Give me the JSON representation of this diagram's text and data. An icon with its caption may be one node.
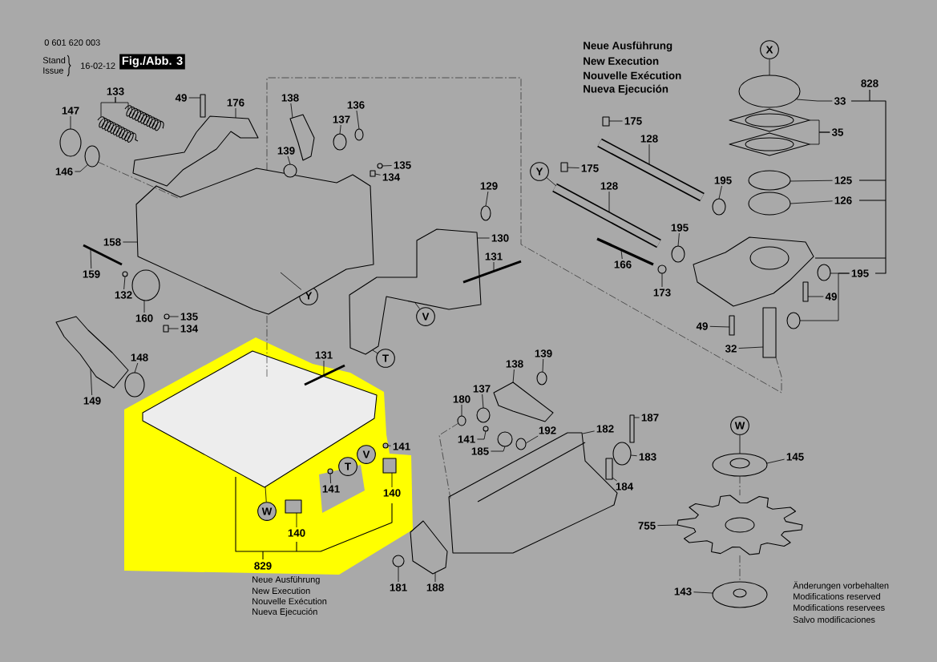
{
  "diagram": {
    "nodes": [
      {
        "text": [
          "147"
        ]
      },
      {
        "text": [
          "133"
        ]
      },
      {
        "text": [
          "49"
        ]
      },
      {
        "text": [
          "176"
        ]
      },
      {
        "text": [
          "146"
        ]
      },
      {
        "text": [
          "138"
        ]
      },
      {
        "text": [
          "136"
        ]
      },
      {
        "text": [
          "137"
        ]
      },
      {
        "text": [
          "139"
        ]
      },
      {
        "text": [
          "135"
        ]
      },
      {
        "text": [
          "134"
        ]
      },
      {
        "text": [
          "129"
        ]
      },
      {
        "text": [
          "158"
        ]
      },
      {
        "text": [
          "130"
        ]
      },
      {
        "text": [
          "131"
        ]
      },
      {
        "text": [
          "159"
        ]
      },
      {
        "text": [
          "132"
        ]
      },
      {
        "text": [
          "Y"
        ]
      },
      {
        "text": [
          "160"
        ]
      },
      {
        "text": [
          "135"
        ]
      },
      {
        "text": [
          "134"
        ]
      },
      {
        "text": [
          "V"
        ]
      },
      {
        "text": [
          "T"
        ]
      },
      {
        "text": [
          "X"
        ]
      },
      {
        "text": [
          "828"
        ]
      },
      {
        "text": [
          "33"
        ]
      },
      {
        "text": [
          "35"
        ]
      },
      {
        "text": [
          "175"
        ]
      },
      {
        "text": [
          "128"
        ]
      },
      {
        "text": [
          "Y"
        ]
      },
      {
        "text": [
          "175"
        ]
      },
      {
        "text": [
          "128"
        ]
      },
      {
        "text": [
          "195"
        ]
      },
      {
        "text": [
          "125"
        ]
      },
      {
        "text": [
          "126"
        ]
      },
      {
        "text": [
          "195"
        ]
      },
      {
        "text": [
          "166"
        ]
      },
      {
        "text": [
          "195"
        ]
      },
      {
        "text": [
          "173"
        ]
      },
      {
        "text": [
          "49"
        ]
      },
      {
        "text": [
          "49"
        ]
      },
      {
        "text": [
          "32"
        ]
      },
      {
        "text": [
          "148"
        ]
      },
      {
        "text": [
          "131"
        ]
      },
      {
        "text": [
          "149"
        ]
      },
      {
        "text": [
          "139"
        ]
      },
      {
        "text": [
          "138"
        ]
      },
      {
        "text": [
          "137"
        ]
      },
      {
        "text": [
          "180"
        ]
      },
      {
        "text": [
          "187"
        ]
      },
      {
        "text": [
          "W"
        ]
      },
      {
        "text": [
          "182"
        ]
      },
      {
        "text": [
          "192"
        ]
      },
      {
        "text": [
          "141"
        ]
      },
      {
        "text": [
          "141"
        ]
      },
      {
        "text": [
          "V"
        ]
      },
      {
        "text": [
          "185"
        ]
      },
      {
        "text": [
          "183"
        ]
      },
      {
        "text": [
          "145"
        ]
      },
      {
        "text": [
          "T"
        ]
      },
      {
        "text": [
          "184"
        ]
      },
      {
        "text": [
          "141"
        ]
      },
      {
        "text": [
          "140"
        ]
      },
      {
        "text": [
          "W"
        ]
      },
      {
        "text": [
          "755"
        ]
      },
      {
        "text": [
          "140"
        ]
      },
      {
        "text": [
          "829"
        ]
      },
      {
        "text": [
          "181"
        ]
      },
      {
        "text": [
          "188"
        ]
      },
      {
        "text": [
          "143"
        ]
      },
      {
        "text": [],
        "shape": "circle"
      },
      {
        "text": [],
        "shape": "picture"
      },
      {
        "text": [],
        "shape": "picture"
      },
      {
        "text": [],
        "shape": "circle"
      },
      {
        "text": [],
        "shape": "box"
      },
      {
        "text": [],
        "shape": "picture"
      },
      {
        "text": [],
        "shape": "picture"
      },
      {
        "text": [],
        "shape": "picture"
      },
      {
        "text": [],
        "shape": "picture"
      },
      {
        "text": [],
        "shape": "circle"
      },
      {
        "text": [],
        "shape": "circle"
      },
      {
        "text": [],
        "shape": "circle"
      },
      {
        "text": [],
        "shape": "circle"
      },
      {
        "text": [],
        "shape": "box"
      },
      {
        "text": [],
        "shape": "circle"
      },
      {
        "text": [],
        "shape": "picture"
      },
      {
        "text": [],
        "shape": "picture"
      },
      {
        "text": [],
        "shape": "circle"
      },
      {
        "text": [],
        "shape": "circle"
      },
      {
        "text": [],
        "shape": "circle"
      },
      {
        "text": [],
        "shape": "box"
      },
      {
        "text": [],
        "shape": "picture"
      },
      {
        "text": [],
        "shape": "circle"
      },
      {
        "text": [],
        "shape": "picture"
      },
      {
        "text": [],
        "shape": "picture"
      },
      {
        "text": [],
        "shape": "circle"
      },
      {
        "text": [],
        "shape": "circle"
      },
      {
        "text": [],
        "shape": "box"
      },
      {
        "text": [],
        "shape": "box"
      },
      {
        "text": [],
        "shape": "picture"
      },
      {
        "text": [],
        "shape": "picture"
      },
      {
        "text": [],
        "shape": "picture"
      },
      {
        "text": [],
        "shape": "box"
      },
      {
        "text": [],
        "shape": "box"
      },
      {
        "text": [],
        "shape": "circle"
      },
      {
        "text": [],
        "shape": "circle"
      },
      {
        "text": [],
        "shape": "circle"
      },
      {
        "text": [],
        "shape": "circle"
      },
      {
        "text": [],
        "shape": "circle"
      },
      {
        "text": [],
        "shape": "picture"
      },
      {
        "text": [],
        "shape": "picture"
      },
      {
        "text": [],
        "shape": "circle"
      },
      {
        "text": [],
        "shape": "circle"
      },
      {
        "text": [],
        "shape": "picture"
      },
      {
        "text": [],
        "shape": "box"
      },
      {
        "text": [],
        "shape": "box"
      },
      {
        "text": [],
        "shape": "box"
      },
      {
        "text": [],
        "shape": "circle"
      },
      {
        "text": [],
        "shape": "picture"
      },
      {
        "text": [],
        "shape": "picture"
      },
      {
        "text": [],
        "shape": "circle"
      },
      {
        "text": [],
        "shape": "circle"
      },
      {
        "text": [],
        "shape": "circle"
      },
      {
        "text": [],
        "shape": "circle"
      },
      {
        "text": [],
        "shape": "circle"
      },
      {
        "text": [],
        "shape": "box"
      },
      {
        "text": [],
        "shape": "box"
      },
      {
        "text": [],
        "shape": "circle"
      },
      {
        "text": [],
        "shape": "picture"
      },
      {
        "text": [],
        "shape": "circle"
      },
      {
        "text": [],
        "shape": "picture"
      },
      {
        "text": [],
        "shape": "picture"
      },
      {
        "text": [],
        "shape": "picture"
      },
      {
        "text": [],
        "shape": "circle"
      }
    ],
    "edges": [
      {
        "from": 0,
        "to": 70,
        "arrow": "none"
      },
      {
        "from": 1,
        "to": 71,
        "arrow": "none"
      },
      {
        "from": 1,
        "to": 72,
        "arrow": "none"
      },
      {
        "from": 2,
        "to": 74,
        "arrow": "none"
      },
      {
        "from": 3,
        "to": 75,
        "arrow": "none"
      },
      {
        "from": 4,
        "to": 73,
        "arrow": "none"
      },
      {
        "from": 5,
        "to": 78,
        "arrow": "none"
      },
      {
        "from": 6,
        "to": 80,
        "arrow": "none"
      },
      {
        "from": 7,
        "to": 79,
        "arrow": "none"
      },
      {
        "from": 8,
        "to": 81,
        "arrow": "none"
      },
      {
        "from": 9,
        "to": 82,
        "arrow": "none"
      },
      {
        "from": 10,
        "to": 83,
        "arrow": "none"
      },
      {
        "from": 11,
        "to": 84,
        "arrow": "none"
      },
      {
        "from": 12,
        "to": 76,
        "arrow": "none"
      },
      {
        "from": 13,
        "to": 77,
        "arrow": "none"
      },
      {
        "from": 14,
        "to": 85,
        "arrow": "none"
      },
      {
        "from": 15,
        "to": 86,
        "arrow": "none"
      },
      {
        "from": 16,
        "to": 87,
        "arrow": "none"
      },
      {
        "from": 17,
        "to": 76,
        "arrow": "none"
      },
      {
        "from": 18,
        "to": 88,
        "arrow": "none"
      },
      {
        "from": 19,
        "to": 89,
        "arrow": "none"
      },
      {
        "from": 20,
        "to": 90,
        "arrow": "none"
      },
      {
        "from": 21,
        "to": 77,
        "arrow": "none"
      },
      {
        "from": 22,
        "to": 77,
        "arrow": "none"
      },
      {
        "from": 23,
        "to": 108,
        "arrow": "none"
      },
      {
        "from": 25,
        "to": 108,
        "arrow": "none"
      },
      {
        "from": 26,
        "to": 109,
        "arrow": "none"
      },
      {
        "from": 26,
        "to": 110,
        "arrow": "none"
      },
      {
        "from": 27,
        "to": 102,
        "arrow": "none"
      },
      {
        "from": 28,
        "to": 99,
        "arrow": "none"
      },
      {
        "from": 29,
        "to": 100,
        "arrow": "none"
      },
      {
        "from": 30,
        "to": 103,
        "arrow": "none"
      },
      {
        "from": 31,
        "to": 100,
        "arrow": "none"
      },
      {
        "from": 32,
        "to": 104,
        "arrow": "none"
      },
      {
        "from": 33,
        "to": 111,
        "arrow": "none"
      },
      {
        "from": 34,
        "to": 112,
        "arrow": "none"
      },
      {
        "from": 35,
        "to": 105,
        "arrow": "none"
      },
      {
        "from": 36,
        "to": 101,
        "arrow": "none"
      },
      {
        "from": 37,
        "to": 106,
        "arrow": "none"
      },
      {
        "from": 37,
        "to": 107,
        "arrow": "none"
      },
      {
        "from": 38,
        "to": 117,
        "arrow": "none"
      },
      {
        "from": 39,
        "to": 115,
        "arrow": "none"
      },
      {
        "from": 40,
        "to": 116,
        "arrow": "none"
      },
      {
        "from": 41,
        "to": 114,
        "arrow": "none"
      },
      {
        "from": 42,
        "to": 92,
        "arrow": "none"
      },
      {
        "from": 43,
        "to": 94,
        "arrow": "none"
      },
      {
        "from": 44,
        "to": 91,
        "arrow": "none"
      },
      {
        "from": 45,
        "to": 124,
        "arrow": "none"
      },
      {
        "from": 46,
        "to": 119,
        "arrow": "none"
      },
      {
        "from": 47,
        "to": 120,
        "arrow": "none"
      },
      {
        "from": 48,
        "to": 121,
        "arrow": "none"
      },
      {
        "from": 49,
        "to": 125,
        "arrow": "none"
      },
      {
        "from": 50,
        "to": 130,
        "arrow": "none"
      },
      {
        "from": 51,
        "to": 118,
        "arrow": "none"
      },
      {
        "from": 52,
        "to": 123,
        "arrow": "none"
      },
      {
        "from": 53,
        "to": 96,
        "arrow": "none"
      },
      {
        "from": 54,
        "to": 133,
        "arrow": "none"
      },
      {
        "from": 56,
        "to": 122,
        "arrow": "none"
      },
      {
        "from": 57,
        "to": 127,
        "arrow": "none"
      },
      {
        "from": 58,
        "to": 130,
        "arrow": "none"
      },
      {
        "from": 60,
        "to": 126,
        "arrow": "none"
      },
      {
        "from": 61,
        "to": 95,
        "arrow": "none"
      },
      {
        "from": 62,
        "to": 97,
        "arrow": "none"
      },
      {
        "from": 63,
        "to": 93,
        "arrow": "none"
      },
      {
        "from": 64,
        "to": 131,
        "arrow": "none"
      },
      {
        "from": 65,
        "to": 98,
        "arrow": "none"
      },
      {
        "from": 67,
        "to": 129,
        "arrow": "none"
      },
      {
        "from": 68,
        "to": 128,
        "arrow": "none"
      },
      {
        "from": 69,
        "to": 132,
        "arrow": "none"
      },
      {
        "from": 130,
        "to": 131,
        "arrow": "none",
        "style": "dashed"
      },
      {
        "from": 76,
        "to": 114,
        "arrow": "none",
        "style": "dashed"
      },
      {
        "from": 73,
        "to": 76,
        "arrow": "none",
        "style": "dashed"
      },
      {
        "from": 121,
        "to": 118,
        "arrow": "none",
        "style": "dashed"
      },
      {
        "from": 131,
        "to": 132,
        "arrow": "none",
        "style": "dashed"
      },
      {
        "from": 93,
        "to": 76,
        "arrow": "none",
        "style": "dashed"
      }
    ],
    "labels": [
      "0 601 620 003",
      "Stand",
      "Issue",
      "16-02-12",
      "Fig./Abb. 3",
      "Neue Ausführung",
      "New Execution",
      "Nouvelle Exécution",
      "Nueva Ejecución",
      "Neue Ausführung",
      "New Execution",
      "Nouvelle Exécution",
      "Nueva Ejecución",
      "Änderungen vorbehalten",
      "Modifications reserved",
      "Modifications reservees",
      "Salvo modificaciones"
    ]
  }
}
